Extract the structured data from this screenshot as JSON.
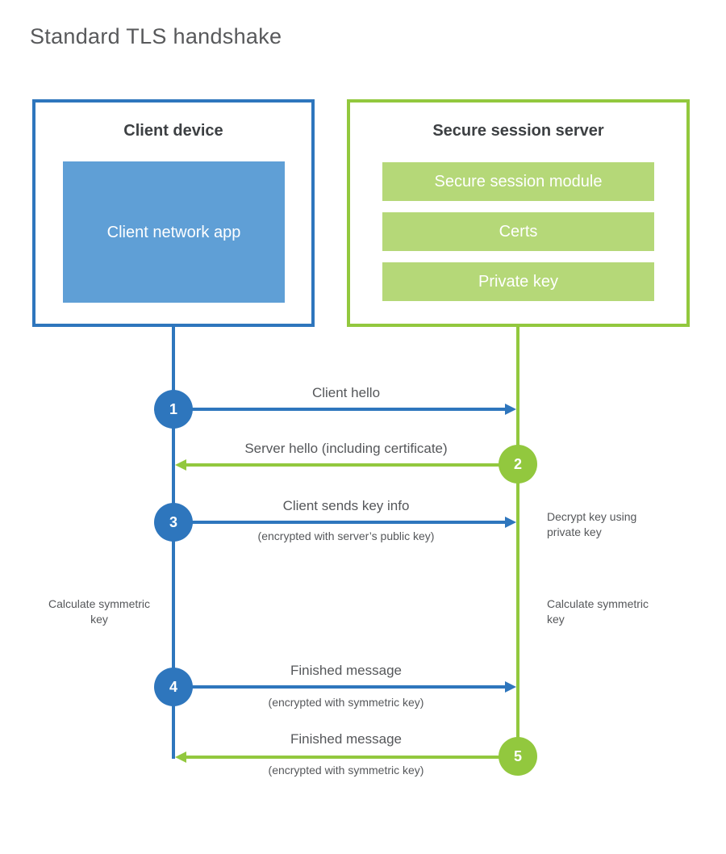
{
  "page": {
    "title": "Standard TLS handshake"
  },
  "colors": {
    "blue": "#2e76bd",
    "blue_fill": "#5f9fd6",
    "green": "#92c83e",
    "green_fill": "#b5d878",
    "heading_text": "#3d4043",
    "body_text": "#55575a"
  },
  "client_box": {
    "title": "Client device",
    "app_label": "Client network app"
  },
  "server_box": {
    "title": "Secure session server",
    "modules": [
      "Secure session module",
      "Certs",
      "Private key"
    ]
  },
  "steps": [
    {
      "num": "1",
      "label": "Client hello",
      "sublabel": "",
      "direction": "right",
      "color": "blue"
    },
    {
      "num": "2",
      "label": "Server hello (including certificate)",
      "sublabel": "",
      "direction": "left",
      "color": "green"
    },
    {
      "num": "3",
      "label": "Client sends key info",
      "sublabel": "(encrypted with server’s public key)",
      "direction": "right",
      "color": "blue"
    },
    {
      "num": "4",
      "label": "Finished message",
      "sublabel": "(encrypted with symmetric key)",
      "direction": "right",
      "color": "blue"
    },
    {
      "num": "5",
      "label": "Finished message",
      "sublabel": "(encrypted with symmetric key)",
      "direction": "left",
      "color": "green"
    }
  ],
  "side_notes": {
    "decrypt": "Decrypt key using private key",
    "calc_left": "Calculate symmetric key",
    "calc_right": "Calculate symmetric key"
  }
}
